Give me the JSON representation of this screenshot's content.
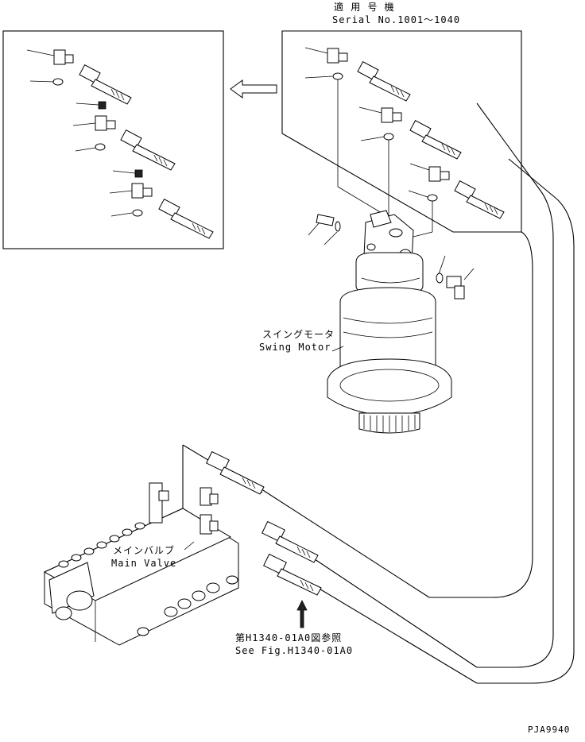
{
  "applicability": {
    "title_jp": "適 用 号 機",
    "serial": "Serial No.1001～1040"
  },
  "components": {
    "swing_motor_jp": "スイングモータ",
    "swing_motor_en": "Swing Motor",
    "main_valve_jp": "メインバルブ",
    "main_valve_en": "Main Valve"
  },
  "reference": {
    "jp": "第H1340-01A0図参照",
    "en": "See Fig.H1340-01A0"
  },
  "drawing_code": "PJA9940"
}
